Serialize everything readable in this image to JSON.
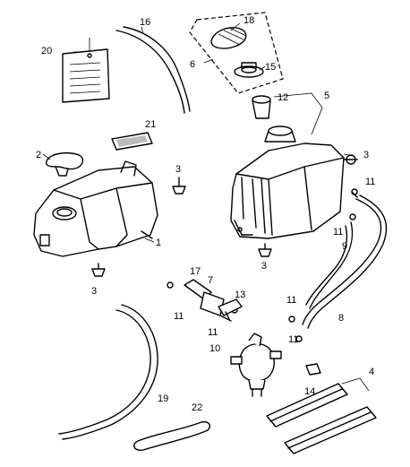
{
  "callouts": {
    "n1": "1",
    "n2": "2",
    "n3a": "3",
    "n3b": "3",
    "n3c": "3",
    "n3d": "3",
    "n4": "4",
    "n5": "5",
    "n6": "6",
    "n7": "7",
    "n8": "8",
    "n9": "9",
    "n10": "10",
    "n11a": "11",
    "n11b": "11",
    "n11c": "11",
    "n11d": "11",
    "n11e": "11",
    "n11f": "11",
    "n12": "12",
    "n13": "13",
    "n14": "14",
    "n15": "15",
    "n16": "16",
    "n17": "17",
    "n18": "18",
    "n19": "19",
    "n20": "20",
    "n21": "21",
    "n22": "22"
  }
}
